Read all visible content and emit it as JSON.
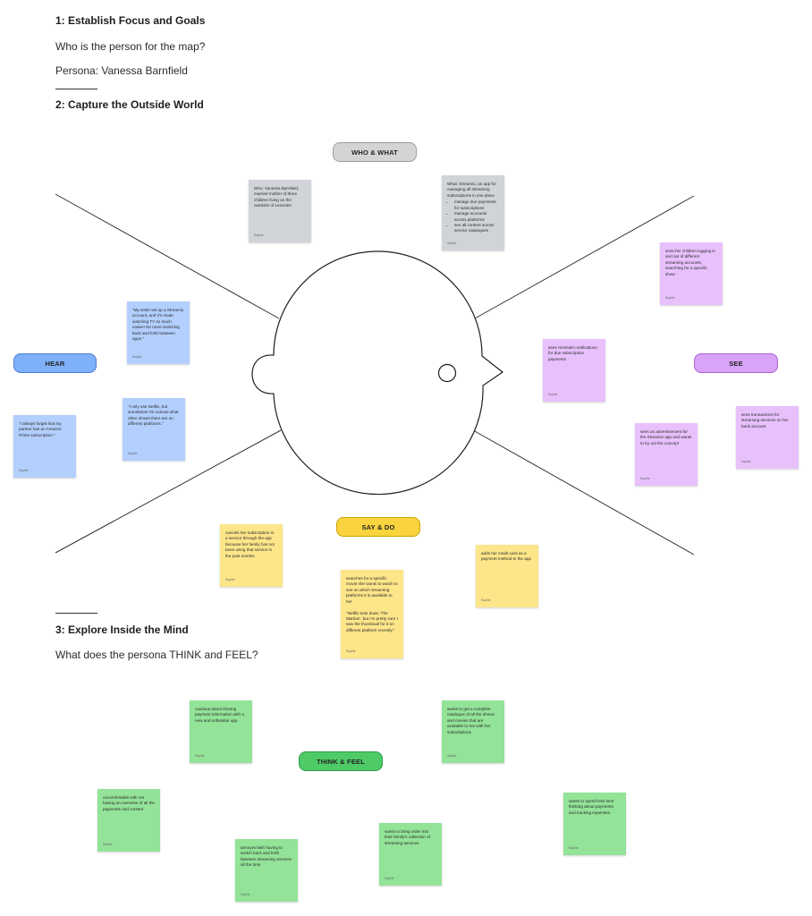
{
  "sections": {
    "s1_title": "1: Establish Focus and Goals",
    "s1_question": "Who is the person for the map?",
    "s1_persona": "Persona: Vanessa Barnfield",
    "s2_title": "2: Capture the Outside World",
    "s3_title": "3: Explore Inside the Mind",
    "s3_question": "What does the persona THINK and FEEL?"
  },
  "labels": {
    "who_what": "WHO & WHAT",
    "hear": "HEAR",
    "see": "SEE",
    "say_do": "SAY & DO",
    "think_feel": "THINK & FEEL"
  },
  "colors": {
    "gray_note": "#d0d4d9",
    "blue_note": "#b3cffd",
    "purple_note": "#e8c1fc",
    "yellow_note": "#fde68a",
    "green_note": "#93e398",
    "hear_pill": "#7fb0fa",
    "see_pill": "#d9a3f7",
    "say_pill": "#f9d43f",
    "think_pill": "#4ecb67",
    "who_pill": "#d4d4d4"
  },
  "notes": {
    "who": {
      "text": "Who: Vanessa Barnfield, married mother of three children living on the outskirts of Leicester",
      "author": "Sophie"
    },
    "what": {
      "text": "What: Streamio, an app for managing all streaming subscriptions in one place",
      "bullets": [
        "manage due payments for subscriptions",
        "manage accounts across platforms",
        "see all content across service catalogues"
      ],
      "author": "Sophie"
    },
    "hear1": {
      "text": "\"My sister set up a Streamio account, and it's made watching TV so much easier! No more switching back and forth between apps.\"",
      "author": "Sophie"
    },
    "hear2": {
      "text": "\"I only use Netflix, but sometimes I'm curious what other shows there are on different platforms.\"",
      "author": "Sophie"
    },
    "hear3": {
      "text": "\"I always forget that my partner has an Amazon Prime subscription.\"",
      "author": "Sophie"
    },
    "see1": {
      "text": "sees her children logging in and out of different streaming accounts, searching for a specific show",
      "author": "Sophie"
    },
    "see2": {
      "text": "sees reminder notifications for due subscription payments",
      "author": "Sophie"
    },
    "see3": {
      "text": "sees an advertisement for the Streamio app and wants to try out the concept",
      "author": "Sophie"
    },
    "see4": {
      "text": "sees transactions for streaming services on her bank account",
      "author": "Sophie"
    },
    "say1": {
      "text": "cancels her subscription to a service through the app because her family has not been using that service in the past months",
      "author": "Sophie"
    },
    "say2": {
      "text": "searches for a specific movie she wants to watch to see on which streaming platforms it is available to her\n\n\"Netflix took down 'The Martian', but I'm pretty sure I saw the thumbnail for it on different platform recently.\"",
      "author": "Sophie"
    },
    "say3": {
      "text": "adds her credit card as a payment method to the app",
      "author": "Sophie"
    },
    "think1": {
      "text": "cautious about sharing payment information with a new and unfamiliar app",
      "author": "Sophie"
    },
    "think2": {
      "text": "wants to get a complete catalogue of all the shows and movies that are available to her with her subscriptions",
      "author": "Sophie"
    },
    "think3": {
      "text": "uncomfortable with not having an overview of all the payments and content",
      "author": "Sophie"
    },
    "think4": {
      "text": "annoyed with having to switch back and forth between streaming services all the time",
      "author": "Sophie"
    },
    "think5": {
      "text": "wants to bring order into their family's collection of streaming services",
      "author": "Sophie"
    },
    "think6": {
      "text": "wants to spend less time thinking about payments and tracking expenses",
      "author": "Sophie"
    }
  }
}
